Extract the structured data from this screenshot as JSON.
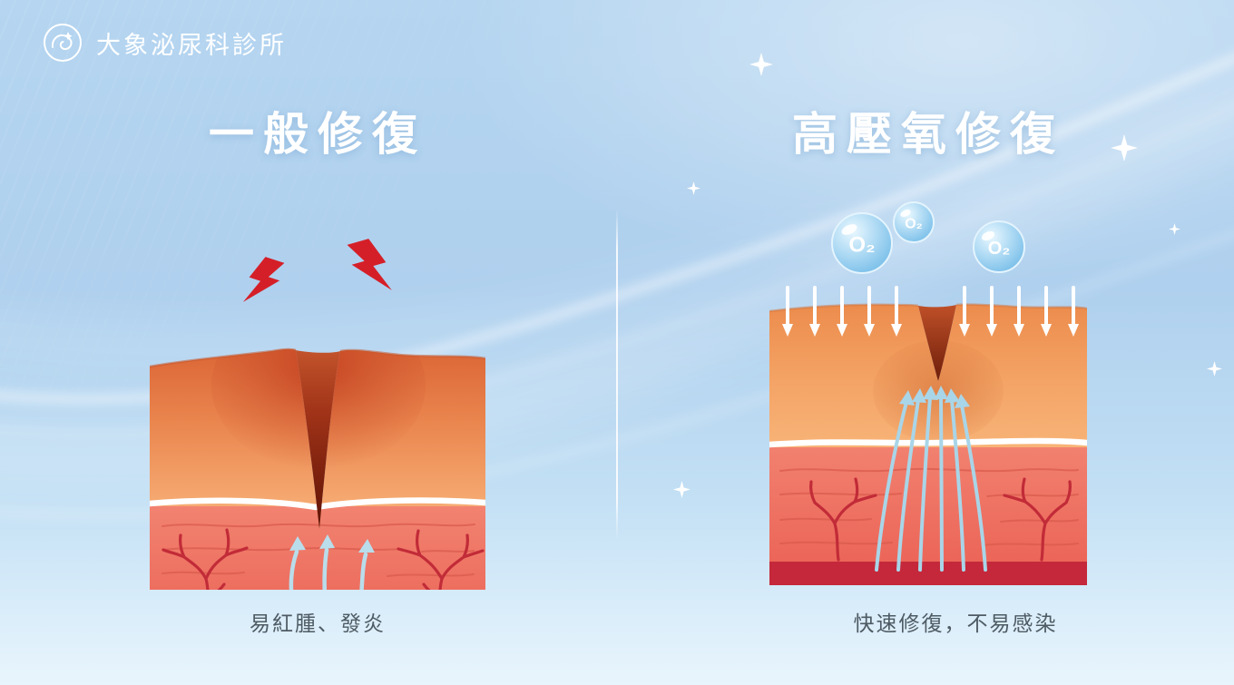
{
  "logo": {
    "clinic_name": "大象泌尿科診所"
  },
  "panels": {
    "left": {
      "title": "一般修復",
      "caption": "易紅腫、發炎"
    },
    "right": {
      "title": "高壓氧修復",
      "caption": "快速修復，不易感染",
      "bubbles": [
        "O₂",
        "O₂",
        "O₂"
      ]
    }
  },
  "colors": {
    "background": "#b5d5f0",
    "title": "#ffffff",
    "caption": "#4e5b64",
    "epidermis": "#f4a469",
    "dermis": "#ee7061",
    "vessel": "#c22b38",
    "wound": "#8e2a14",
    "base_strip": "#c5283b",
    "lightning": "#d51f28",
    "bubble": "#8fcdf0",
    "arrow_up": "#aed9ea",
    "arrow_down": "#ffffff"
  }
}
